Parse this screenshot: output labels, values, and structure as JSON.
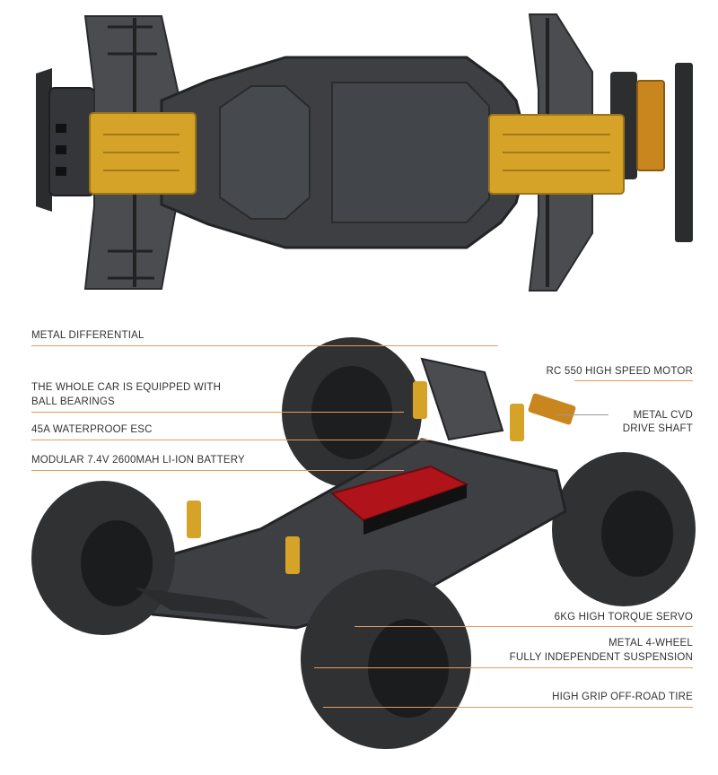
{
  "colors": {
    "accent": "#e79a5b",
    "chassis": "#3d3f42",
    "gold_plate": "#d4a328",
    "text": "#333333"
  },
  "labels_left": {
    "metal_differential": "METAL DIFFERENTIAL",
    "ball_bearings_line1": "THE WHOLE CAR IS EQUIPPED WITH",
    "ball_bearings_line2": "BALL BEARINGS",
    "esc": "45A WATERPROOF ESC",
    "battery": "MODULAR 7.4V 2600MAH LI-ION BATTERY"
  },
  "labels_right": {
    "motor": "RC 550 HIGH SPEED MOTOR",
    "cvd_line1": "METAL CVD",
    "cvd_line2": "DRIVE SHAFT",
    "servo": "6KG HIGH  TORQUE SERVO",
    "suspension_line1": "METAL 4-WHEEL",
    "suspension_line2": "FULLY INDEPENDENT SUSPENSION",
    "tire": "HIGH GRIP OFF-ROAD TIRE"
  }
}
